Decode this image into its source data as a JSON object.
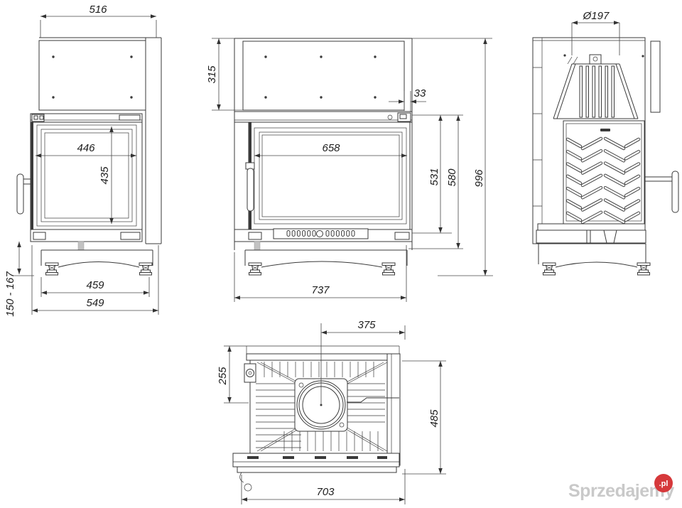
{
  "drawing": {
    "views": {
      "left_side": {
        "dims": {
          "overall_width": "516",
          "glass_width": "446",
          "glass_height": "435",
          "feet_span": "459",
          "base_width": "549",
          "leg_height_range": "150 - 167"
        }
      },
      "front": {
        "dims": {
          "hood_height": "315",
          "rear_offset": "33",
          "glass_width": "658",
          "door_height": "531",
          "body_height": "580",
          "total_height": "996",
          "base_width": "737"
        }
      },
      "rear": {
        "dims": {
          "flue_diameter": "Ø197"
        }
      },
      "top": {
        "dims": {
          "flue_center_from_right": "375",
          "flue_center_from_back": "255",
          "depth": "485",
          "width": "703"
        }
      }
    },
    "colors": {
      "line": "#3a3a3a",
      "dimension_text": "#1d1d1d",
      "watermark_text": "#c9c9c9",
      "watermark_badge": "#d6393b"
    }
  },
  "watermark": {
    "brand": "Sprzedajemy",
    "tld": ".pl"
  }
}
